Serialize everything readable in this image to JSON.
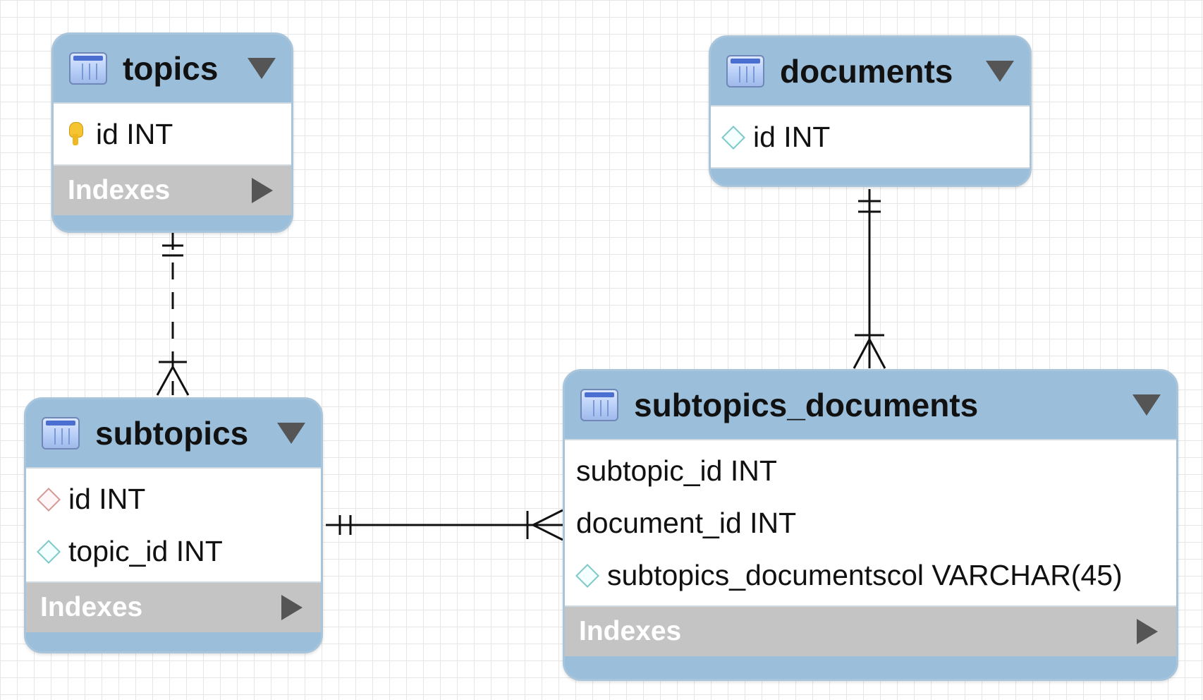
{
  "diagram": {
    "tables": {
      "topics": {
        "title": "topics",
        "columns": [
          {
            "text": "id INT",
            "icon": "key-icon"
          }
        ],
        "indexes_label": "Indexes"
      },
      "documents": {
        "title": "documents",
        "columns": [
          {
            "text": "id INT",
            "icon": "diamond-fk-icon"
          }
        ]
      },
      "subtopics": {
        "title": "subtopics",
        "columns": [
          {
            "text": "id INT",
            "icon": "diamond-red-icon"
          },
          {
            "text": "topic_id INT",
            "icon": "diamond-fk-icon"
          }
        ],
        "indexes_label": "Indexes"
      },
      "subtopics_documents": {
        "title": "subtopics_documents",
        "columns": [
          {
            "text": "subtopic_id INT",
            "icon": null
          },
          {
            "text": "document_id INT",
            "icon": null
          },
          {
            "text": "subtopics_documentscol VARCHAR(45)",
            "icon": "diamond-fk-icon"
          }
        ],
        "indexes_label": "Indexes"
      }
    },
    "relationships": [
      {
        "from": "topics",
        "to": "subtopics",
        "from_cardinality": "one-and-only-one",
        "to_cardinality": "one-or-many",
        "style": "dashed"
      },
      {
        "from": "documents",
        "to": "subtopics_documents",
        "from_cardinality": "one-and-only-one",
        "to_cardinality": "one-or-many",
        "style": "solid"
      },
      {
        "from": "subtopics",
        "to": "subtopics_documents",
        "from_cardinality": "one-and-only-one",
        "to_cardinality": "one-or-many",
        "style": "solid"
      }
    ],
    "colors": {
      "header": "#9bbfdb",
      "indexes": "#c4c4c4",
      "grid": "#e6e6e6",
      "line": "#111111"
    }
  }
}
